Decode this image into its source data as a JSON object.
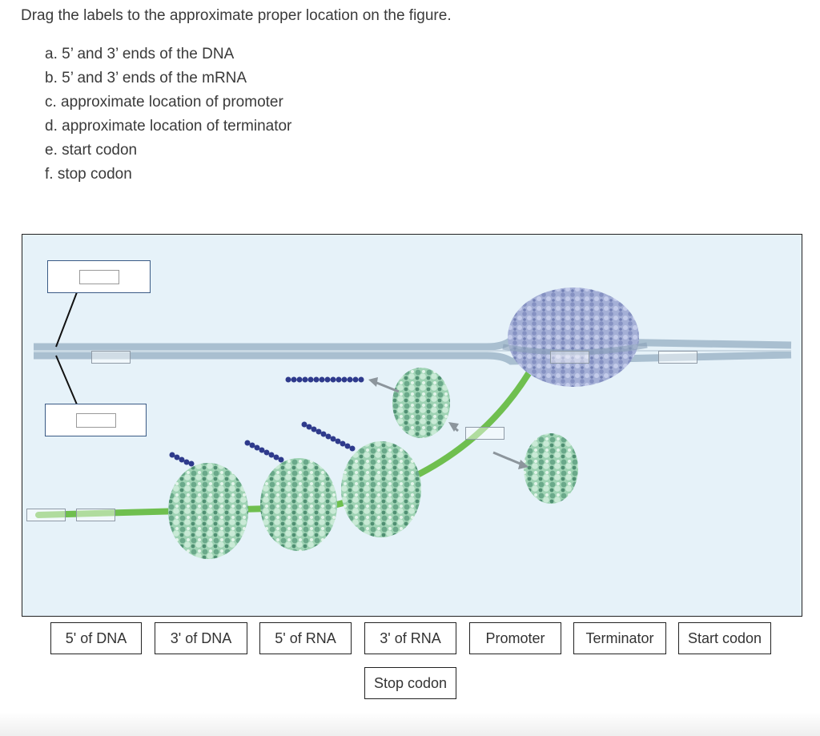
{
  "instructions": "Drag the labels to the approximate proper location on the figure.",
  "items": [
    "a. 5’ and 3’ ends of the DNA",
    "b. 5’ and 3’ ends of the mRNA",
    "c. approximate location of promoter",
    "d. approximate location of terminator",
    "e. start codon",
    "f. stop codon"
  ],
  "labels": [
    "5' of DNA",
    "3' of DNA",
    "5' of RNA",
    "3' of RNA",
    "Promoter",
    "Terminator",
    "Start codon",
    "Stop codon"
  ],
  "colors": {
    "dna": "#a9bfd0",
    "mrna": "#6fbf4f",
    "ribosome": "#8fc7a6",
    "polymerase": "#9aa6cf",
    "peptide": "#2e3a8c",
    "figure_bg": "#e6f2f9"
  }
}
